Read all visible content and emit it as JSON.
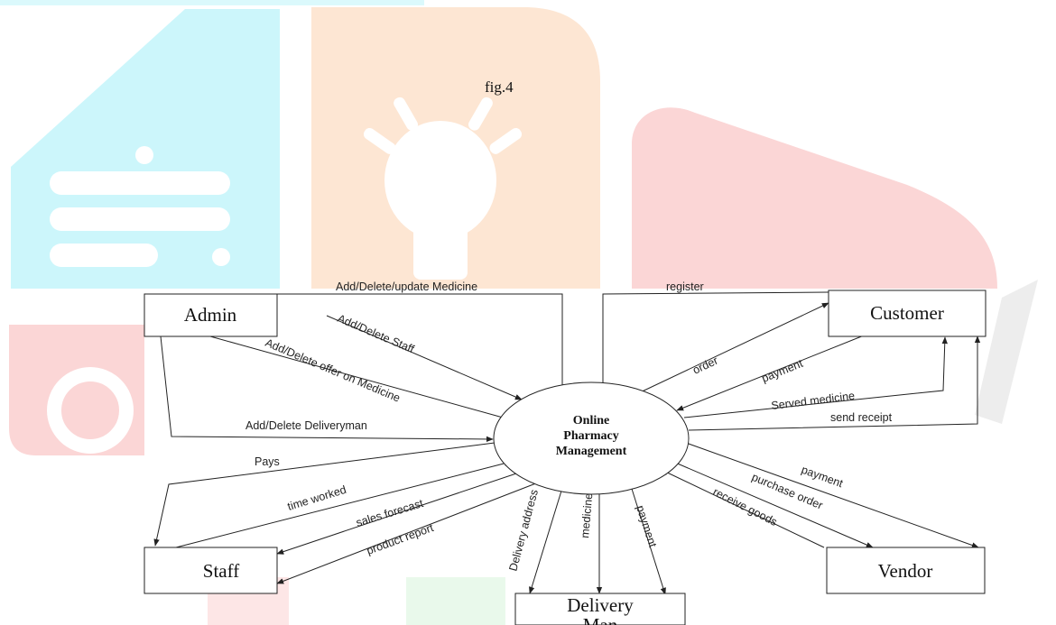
{
  "caption": "fig.4",
  "center": {
    "line1": "Online",
    "line2": "Pharmacy",
    "line3": "Management"
  },
  "entities": {
    "admin": "Admin",
    "customer": "Customer",
    "staff": "Staff",
    "delivery_line1": "Delivery",
    "delivery_line2": "Man",
    "vendor": "Vendor"
  },
  "flows": {
    "admin_update_medicine": "Add/Delete/update Medicine",
    "admin_staff": "Add/Delete Staff",
    "admin_offer": "Add/Delete offer on Medicine",
    "admin_deliveryman": "Add/Delete Deliveryman",
    "customer_register": "register",
    "customer_order": "order",
    "customer_payment": "payment",
    "served_medicine": "Served medicine",
    "send_receipt": "send receipt",
    "pays": "Pays",
    "time_worked": "time worked",
    "sales_forecast": "sales forecast",
    "product_report": "product report",
    "delivery_address": "Delivery address",
    "medicine": "medicine",
    "delivery_payment": "payment",
    "vendor_payment": "payment",
    "purchase_order": "purchase order",
    "receive_goods": "receive goods"
  },
  "colors": {
    "cyan": "#ccf6fb",
    "orange": "#fde6d3",
    "red": "#fbd6d6",
    "green": "#dbf5dd",
    "gray": "#e8e8e8"
  }
}
